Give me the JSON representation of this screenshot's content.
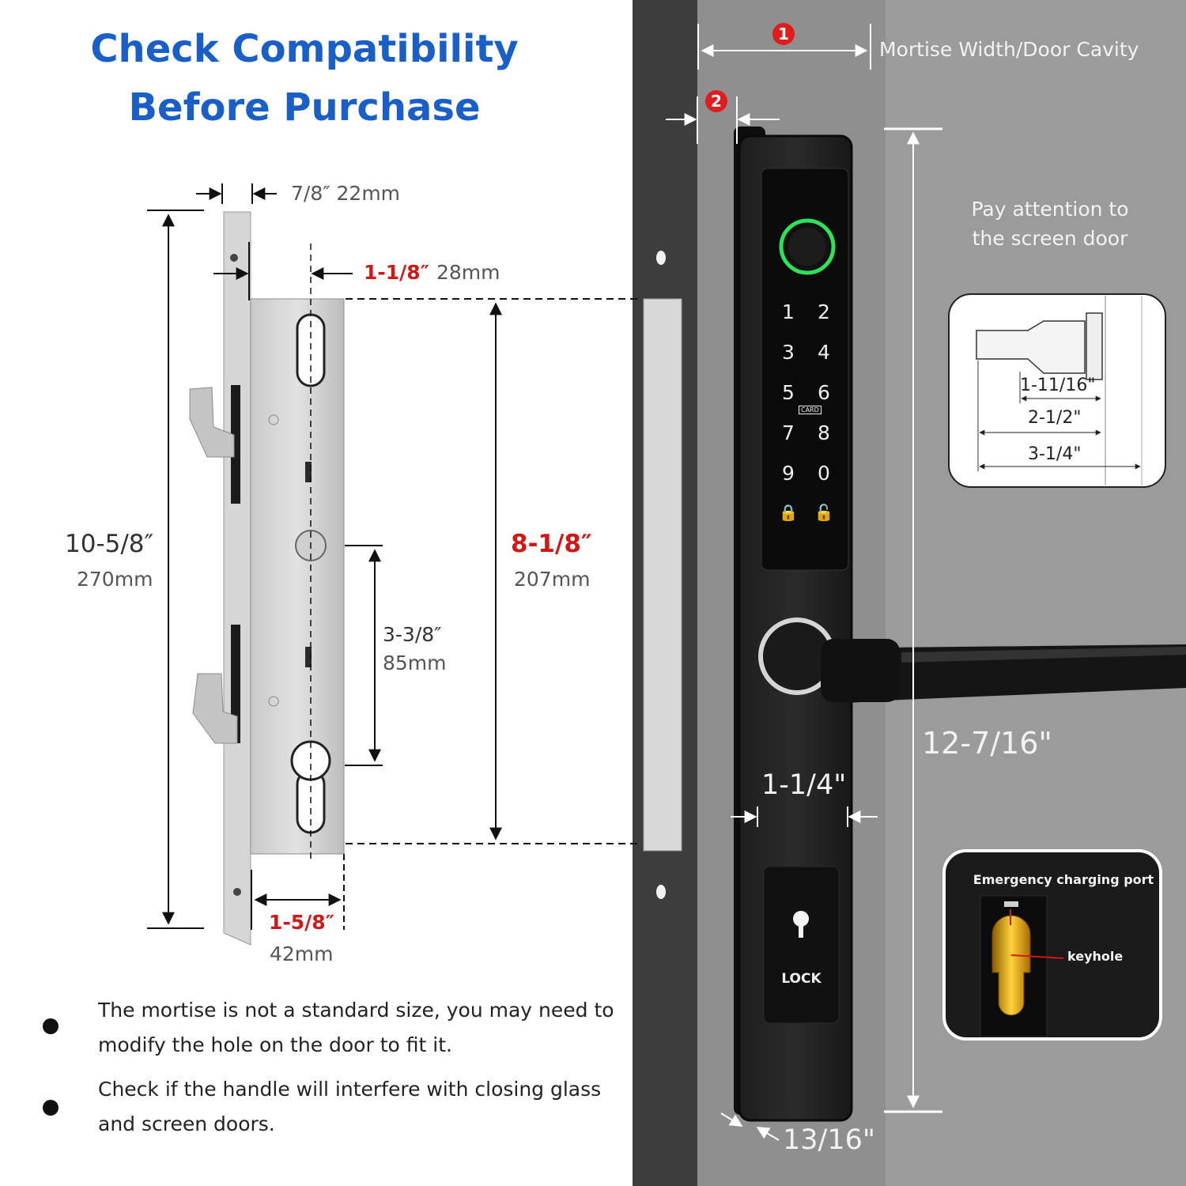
{
  "title": {
    "line1": "Check Compatibility",
    "line2": "Before Purchase"
  },
  "mortise": {
    "faceplate_width": "7/8″ 22mm",
    "backset": {
      "imperial": "1-1/8″",
      "metric": "28mm"
    },
    "total_height": {
      "imperial": "10-5/8″",
      "metric": "270mm"
    },
    "body_height": {
      "imperial": "8-1/8″",
      "metric": "207mm"
    },
    "spindle_to_cylinder": {
      "imperial": "3-3/8″",
      "metric": "85mm"
    },
    "body_depth": {
      "imperial": "1-5/8″",
      "metric": "42mm"
    }
  },
  "notes": [
    {
      "line1": "The mortise is not a standard size, you may need to",
      "line2": "modify the hole on the door to fit it."
    },
    {
      "line1": "Check if the handle will interfere with closing glass",
      "line2": "and screen doors."
    }
  ],
  "door": {
    "badge1": "1",
    "badge2": "2",
    "mortise_width_label": "Mortise Width/Door Cavity",
    "screen_door_note": {
      "line1": "Pay attention to",
      "line2": "the screen door"
    },
    "screen_inset": [
      "1-11/16\"",
      "2-1/2\"",
      "3-1/4\""
    ],
    "lock_height": "12-7/16\"",
    "lock_width": "1-1/4\"",
    "lock_depth": "13/16\""
  },
  "keypad": [
    "1",
    "2",
    "3",
    "4",
    "5",
    "6",
    "7",
    "8",
    "9",
    "0"
  ],
  "card_label": "CARD",
  "lock_label": "LOCK",
  "charging_inset": {
    "port_label": "Emergency charging port",
    "keyhole_label": "keyhole"
  }
}
